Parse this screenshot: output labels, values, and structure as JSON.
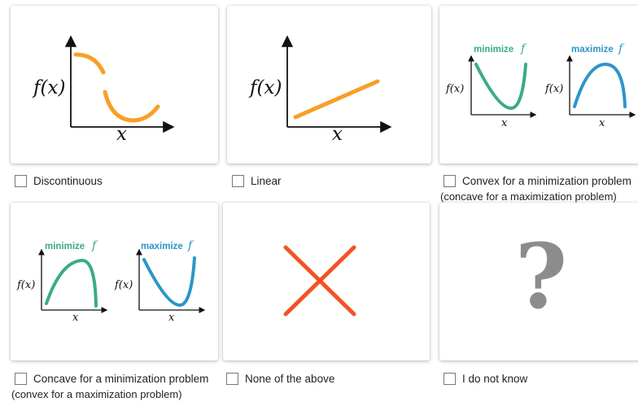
{
  "colors": {
    "orange": "#f99f26",
    "green": "#3aab8a",
    "blue": "#2c96c8",
    "red_x": "#f25325",
    "question": "#8c8c8c"
  },
  "options": [
    {
      "label": "Discontinuous",
      "checked": false,
      "graph": {
        "ylabel": "f(x)",
        "xlabel": "x"
      }
    },
    {
      "label": "Linear",
      "checked": false,
      "graph": {
        "ylabel": "f(x)",
        "xlabel": "x"
      }
    },
    {
      "line1": "Convex for a minimization problem",
      "line2": "(concave for a maximization problem)",
      "checked": false,
      "left": {
        "title": "minimize",
        "f": "f",
        "ylabel": "f(x)",
        "xlabel": "x"
      },
      "right": {
        "title": "maximize",
        "f": "f",
        "ylabel": "f(x)",
        "xlabel": "x"
      }
    },
    {
      "line1": "Concave for a minimization problem",
      "line2": "(convex for a maximization problem)",
      "checked": false,
      "left": {
        "title": "minimize",
        "f": "f",
        "ylabel": "f(x)",
        "xlabel": "x"
      },
      "right": {
        "title": "maximize",
        "f": "f",
        "ylabel": "f(x)",
        "xlabel": "x"
      }
    },
    {
      "label": "None of the above",
      "checked": false,
      "icon": "x-mark-icon"
    },
    {
      "label": "I do not know",
      "checked": false,
      "icon": "question-mark-icon",
      "glyph": "?"
    }
  ]
}
